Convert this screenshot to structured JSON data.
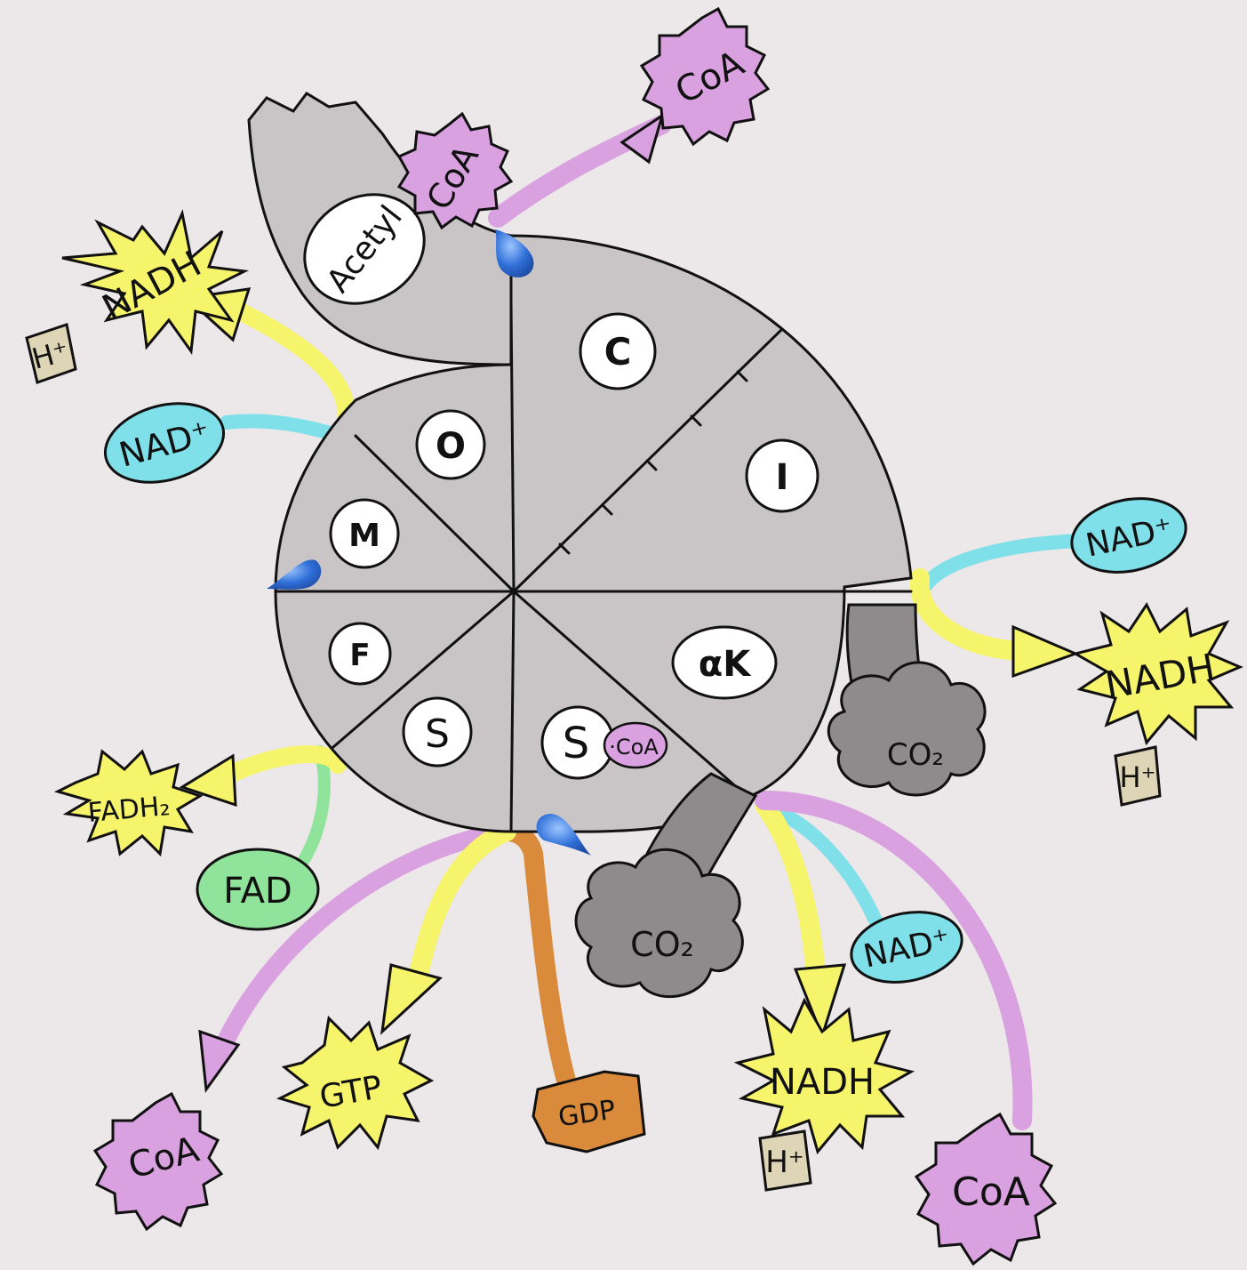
{
  "cycle": {
    "segments": [
      {
        "id": "C",
        "label": "C"
      },
      {
        "id": "I",
        "label": "I"
      },
      {
        "id": "aK",
        "label": "αK"
      },
      {
        "id": "SCoA",
        "label": "S",
        "tag": "·CoA"
      },
      {
        "id": "S",
        "label": "S"
      },
      {
        "id": "F",
        "label": "F"
      },
      {
        "id": "M",
        "label": "M"
      },
      {
        "id": "O",
        "label": "O"
      }
    ],
    "acetyl": "Acetyl"
  },
  "molecules": {
    "coa_acetyl": "CoA",
    "coa_released_top": "CoA",
    "coa_bottom_left": "CoA",
    "coa_bottom_right": "CoA",
    "nad_plus_left": "NAD⁺",
    "nadh_left": "NADH",
    "h_plus_left": "H⁺",
    "nad_plus_right": "NAD⁺",
    "nadh_right": "NADH",
    "h_plus_right": "H⁺",
    "co2_right": "CO₂",
    "co2_bottom": "CO₂",
    "nad_plus_bottom": "NAD⁺",
    "nadh_bottom": "NADH",
    "h_plus_bottom": "H⁺",
    "fadh2": "FADH₂",
    "fad": "FAD",
    "gtp": "GTP",
    "gdp": "GDP"
  },
  "colors": {
    "background": "#ece7e8",
    "cycle_gray": "#c9c5c6",
    "dark_gray": "#8f8a8c",
    "coa_purple": "#d9a1df",
    "nad_cyan": "#7fe0ea",
    "nadh_yellow": "#f6f46a",
    "fad_green": "#90e39a",
    "gdp_orange": "#d98a3a",
    "h_plus_tan": "#ded4b6",
    "water_blue": "#2f6fd8"
  }
}
